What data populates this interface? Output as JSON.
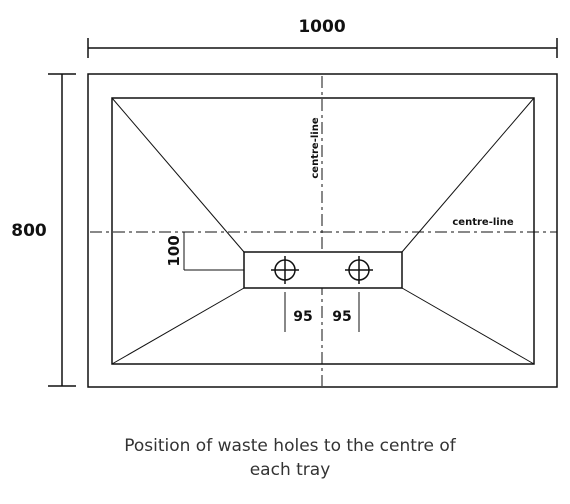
{
  "dimensions": {
    "width_label": "1000",
    "height_label": "800",
    "offset_label": "100",
    "left_spacing_label": "95",
    "right_spacing_label": "95"
  },
  "centre_lines": {
    "vertical_label": "centre-line",
    "horizontal_label": "centre-line"
  },
  "caption": {
    "line1": "Position of waste holes to the centre of",
    "line2": "each tray"
  },
  "colors": {
    "stroke": "#111111",
    "caption": "#333333"
  }
}
